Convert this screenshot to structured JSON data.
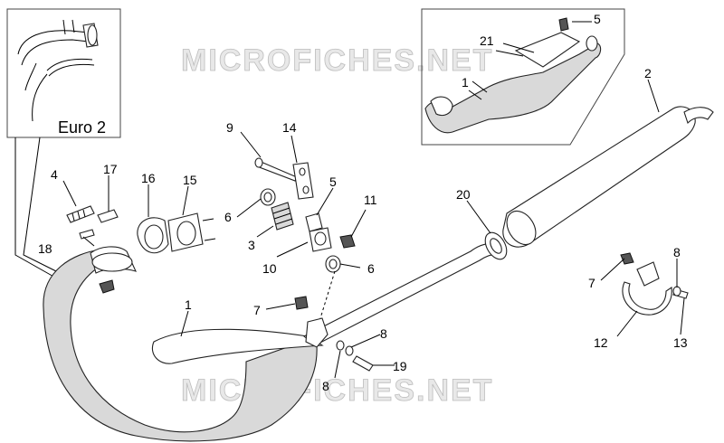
{
  "watermarks": [
    "MICROFICHES.NET",
    "MICROFICHES.NET"
  ],
  "inset_euro": {
    "label": "Euro 2"
  },
  "callouts": {
    "c1_main": "1",
    "c1_inset": "1",
    "c2": "2",
    "c4": "4",
    "c5_top": "5",
    "c5_inset": "5",
    "c6_a": "6",
    "c6_b": "6",
    "c7_a": "7",
    "c7_b": "7",
    "c8_a": "8",
    "c8_b": "8",
    "c8_c": "8",
    "c9": "9",
    "c10": "10",
    "c11": "11",
    "c12": "12",
    "c13": "13",
    "c14": "14",
    "c15": "15",
    "c16": "16",
    "c17": "17",
    "c18": "18",
    "c19": "19",
    "c20": "20",
    "c21": "21"
  }
}
